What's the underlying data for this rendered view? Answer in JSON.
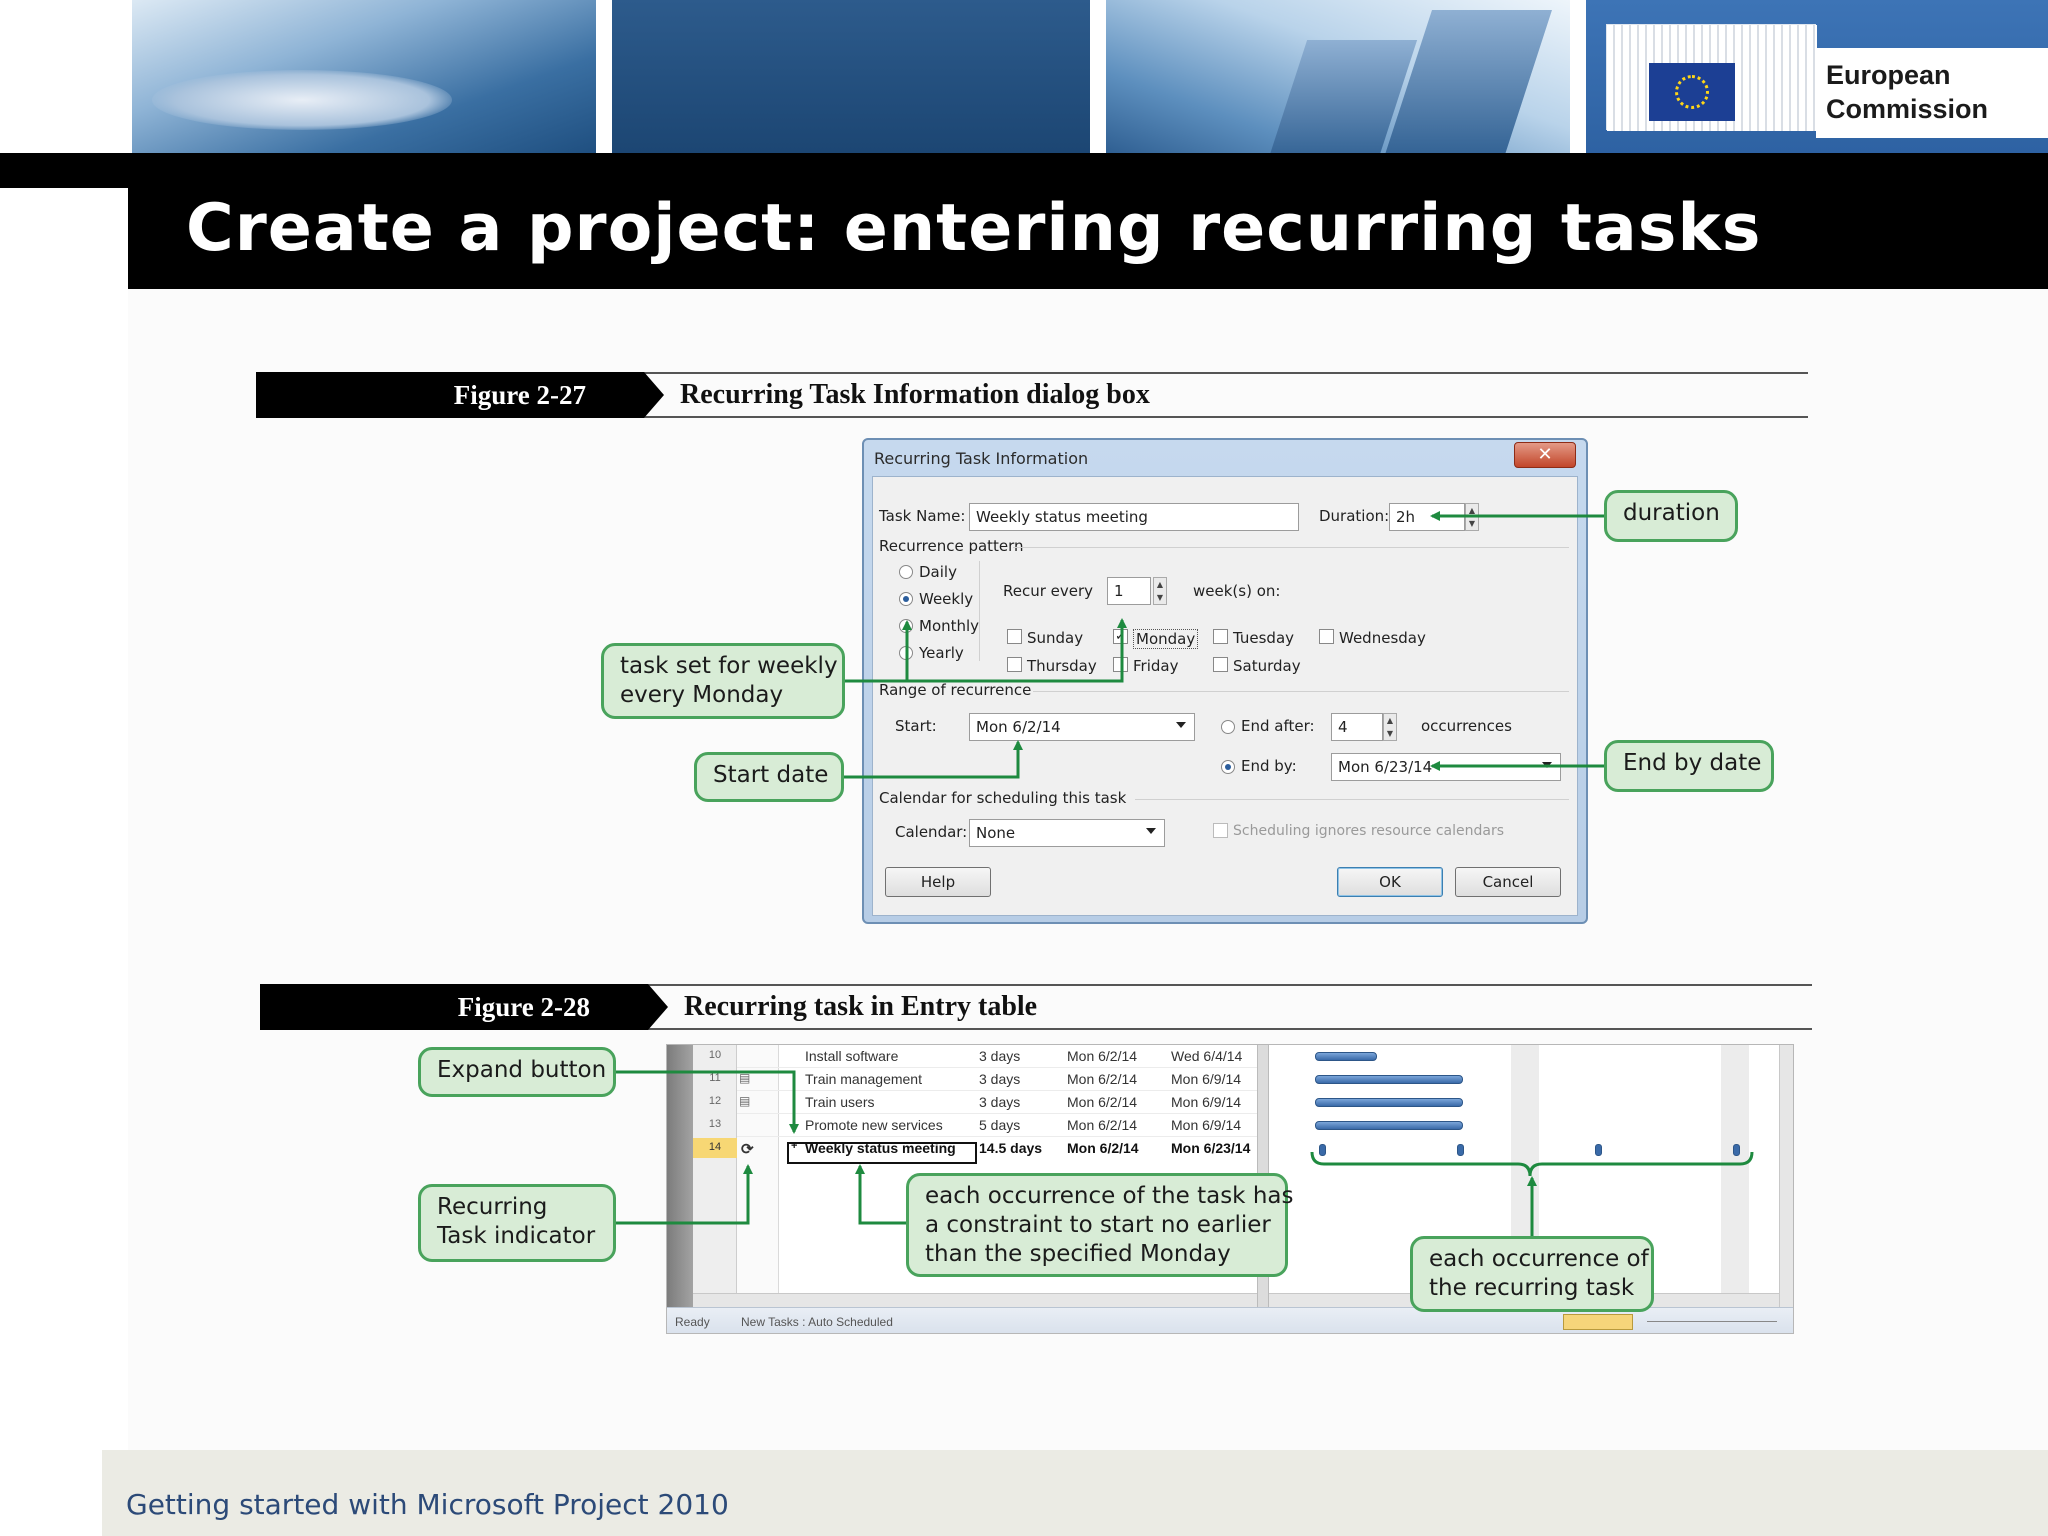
{
  "slide": {
    "title": "Create a project: entering recurring tasks",
    "footer": "Getting started with Microsoft Project 2010",
    "logo_text_line1": "European",
    "logo_text_line2": "Commission"
  },
  "figure1": {
    "tag": "Figure 2-27",
    "caption": "Recurring Task Information dialog box"
  },
  "dialog": {
    "title": "Recurring Task Information",
    "close_glyph": "✕",
    "task_name_label": "Task Name:",
    "task_name_value": "Weekly status meeting",
    "duration_label": "Duration:",
    "duration_value": "2h",
    "recurrence_pattern_label": "Recurrence pattern",
    "pattern_options": [
      {
        "label": "Daily",
        "checked": false
      },
      {
        "label": "Weekly",
        "checked": true
      },
      {
        "label": "Monthly",
        "checked": false
      },
      {
        "label": "Yearly",
        "checked": false
      }
    ],
    "recur_every_label": "Recur every",
    "recur_every_value": "1",
    "weeks_on_label": "week(s) on:",
    "days": [
      {
        "label": "Sunday",
        "checked": false
      },
      {
        "label": "Monday",
        "checked": true
      },
      {
        "label": "Tuesday",
        "checked": false
      },
      {
        "label": "Wednesday",
        "checked": false
      },
      {
        "label": "Thursday",
        "checked": false
      },
      {
        "label": "Friday",
        "checked": false
      },
      {
        "label": "Saturday",
        "checked": false
      }
    ],
    "range_label": "Range of recurrence",
    "start_label": "Start:",
    "start_value": "Mon 6/2/14",
    "end_after_label": "End after:",
    "end_after_value": "4",
    "occurrences_label": "occurrences",
    "end_by_label": "End by:",
    "end_by_value": "Mon 6/23/14",
    "calendar_group_label": "Calendar for scheduling this task",
    "calendar_label": "Calendar:",
    "calendar_value": "None",
    "ignores_label": "Scheduling ignores resource calendars",
    "help_button": "Help",
    "ok_button": "OK",
    "cancel_button": "Cancel"
  },
  "callouts1": {
    "duration": "duration",
    "task_set_line1": "task set for weekly",
    "task_set_line2": "every Monday",
    "start_date": "Start date",
    "end_by_date": "End by date"
  },
  "figure2": {
    "tag": "Figure 2-28",
    "caption": "Recurring task in Entry table"
  },
  "project": {
    "rows": [
      {
        "id": "10",
        "name": "Install software",
        "duration": "3 days",
        "start": "Mon 6/2/14",
        "finish": "Wed 6/4/14"
      },
      {
        "id": "11",
        "name": "Train management",
        "duration": "3 days",
        "start": "Mon 6/2/14",
        "finish": "Mon 6/9/14"
      },
      {
        "id": "12",
        "name": "Train users",
        "duration": "3 days",
        "start": "Mon 6/2/14",
        "finish": "Mon 6/9/14"
      },
      {
        "id": "13",
        "name": "Promote new services",
        "duration": "5 days",
        "start": "Mon 6/2/14",
        "finish": "Mon 6/9/14"
      },
      {
        "id": "14",
        "name": "Weekly status meeting",
        "duration": "14.5 days",
        "start": "Mon 6/2/14",
        "finish": "Mon 6/23/14"
      }
    ],
    "expand_glyph": "+",
    "recurring_glyph": "⟳",
    "status_ready": "Ready",
    "status_mode": "New Tasks : Auto Scheduled"
  },
  "callouts2": {
    "expand_button": "Expand button",
    "recurring_line1": "Recurring",
    "recurring_line2": "Task indicator",
    "constraint_line1": "each occurrence of the task has",
    "constraint_line2": "a constraint to start no earlier",
    "constraint_line3": "than the specified Monday",
    "occurrence_line1": "each occurrence of",
    "occurrence_line2": "the recurring task"
  },
  "colors": {
    "callout_fill": "#d8ecd6",
    "callout_border": "#49a35c",
    "title_bar": "#000000",
    "footer_text": "#2c4a78"
  }
}
